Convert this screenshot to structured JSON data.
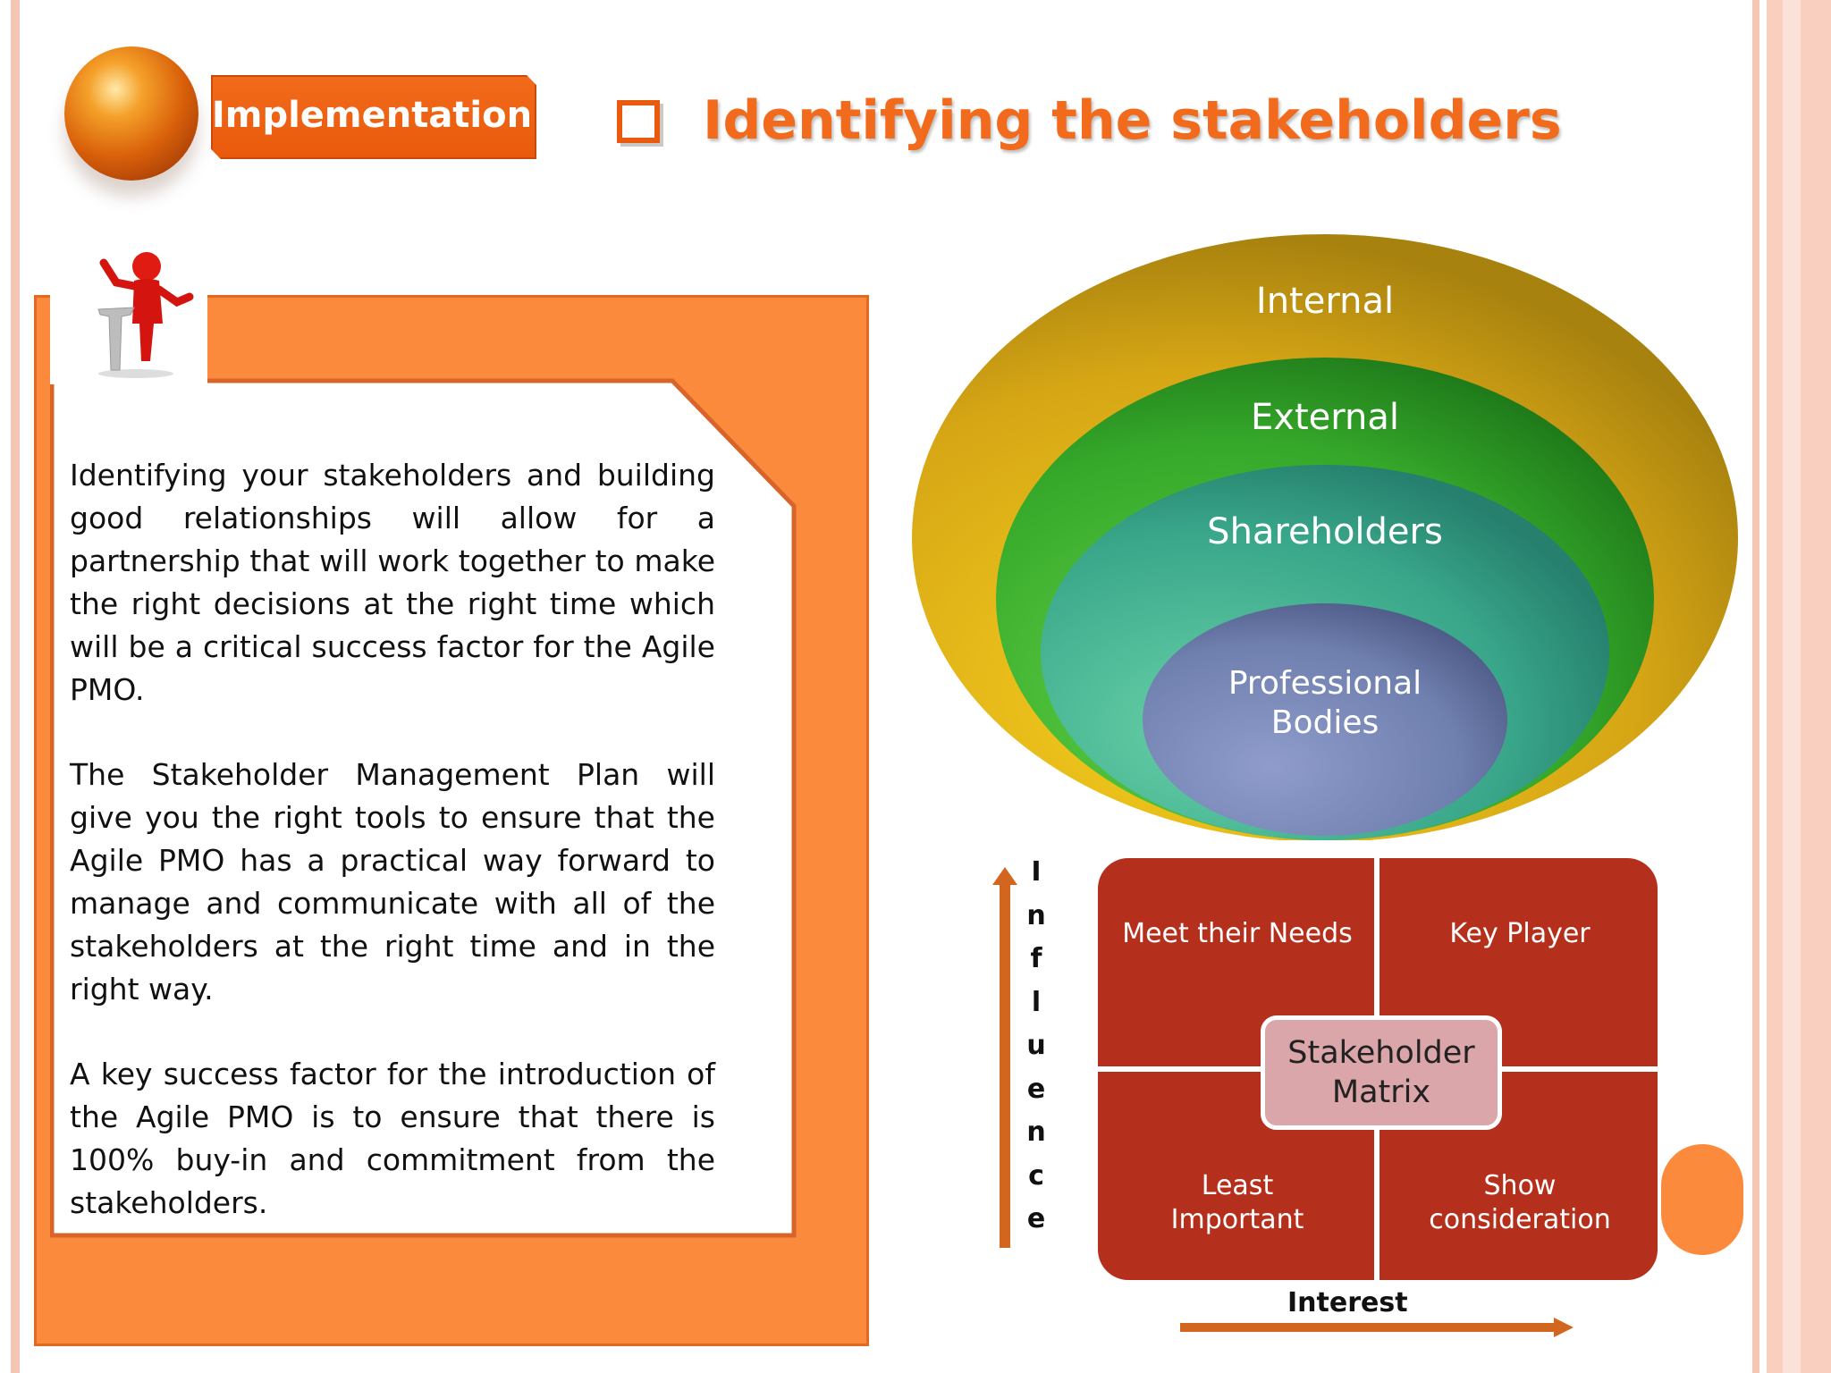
{
  "colors": {
    "accent_orange": "#f26a1b",
    "panel_orange": "#fb8a3d",
    "matrix_red": "#b5301c",
    "ring_internal": "#d9a91a",
    "ring_external": "#3aac2a",
    "ring_shareholders": "#3aa78a",
    "ring_professional": "#6f7fae"
  },
  "header": {
    "section_label": "Implementation",
    "title": "Identifying the stakeholders",
    "bullet_icon": "checkbox-icon"
  },
  "body": {
    "paragraphs": [
      "Identifying  your stakeholders and building good relationships will allow for a partnership that will work together to make the right decisions at the right time which will be a critical success factor for the Agile PMO.",
      "The Stakeholder Management Plan will give you the right tools to ensure that  the Agile PMO has a practical way forward to manage and communicate with all of the stakeholders at the right time and in the right way.",
      "A key success factor for the introduction of the Agile PMO is to ensure that there is 100% buy-in and commitment from the stakeholders."
    ]
  },
  "stakeholder_circles": {
    "outer": "Internal",
    "second": "External",
    "third": "Shareholders",
    "inner_line1": "Professional",
    "inner_line2": "Bodies"
  },
  "matrix": {
    "top_left": "Meet their Needs",
    "top_right": "Key Player",
    "bottom_left_line1": "Least",
    "bottom_left_line2": "Important",
    "bottom_right_line1": "Show",
    "bottom_right_line2": "consideration",
    "center_line1": "Stakeholder",
    "center_line2": "Matrix",
    "y_axis_letters": [
      "I",
      "n",
      "f",
      "l",
      "u",
      "e",
      "n",
      "c",
      "e"
    ],
    "x_axis_label": "Interest"
  }
}
